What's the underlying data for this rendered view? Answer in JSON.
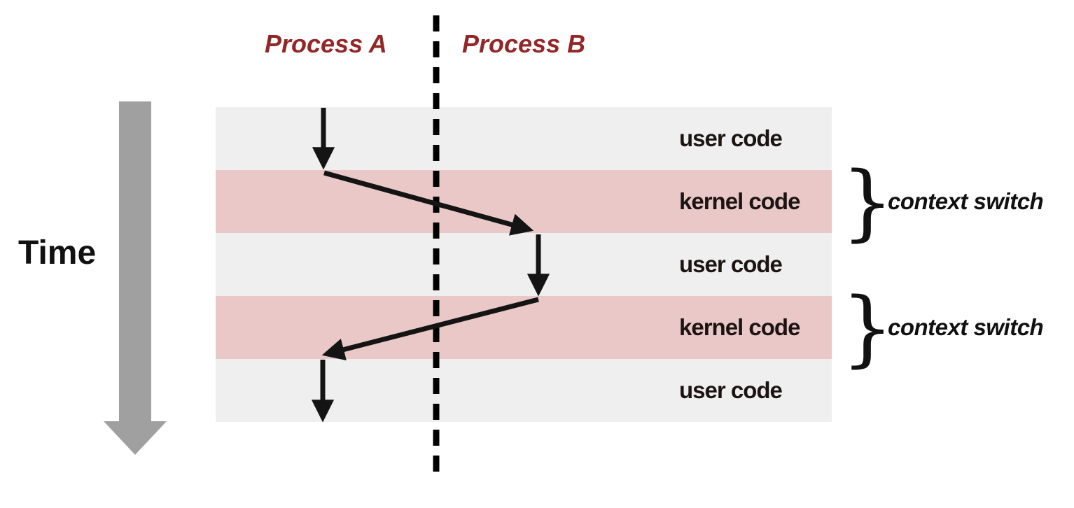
{
  "diagram": {
    "process_a": "Process A",
    "process_b": "Process B",
    "time_label": "Time",
    "bands": [
      {
        "label": "user code",
        "type": "user"
      },
      {
        "label": "kernel code",
        "type": "kernel",
        "annotation": "context switch"
      },
      {
        "label": "user code",
        "type": "user"
      },
      {
        "label": "kernel code",
        "type": "kernel",
        "annotation": "context switch"
      },
      {
        "label": "user code",
        "type": "user"
      }
    ],
    "brace_glyph": "}",
    "colors": {
      "user_band": "#f0eff0",
      "kernel_band": "#eac8c8",
      "process_title": "#932727",
      "flow_arrow": "#141414",
      "divider": "#000000",
      "time_arrow": "#a1a0a0",
      "band_text": "#1c1313",
      "annotation_text": "#111111"
    }
  }
}
